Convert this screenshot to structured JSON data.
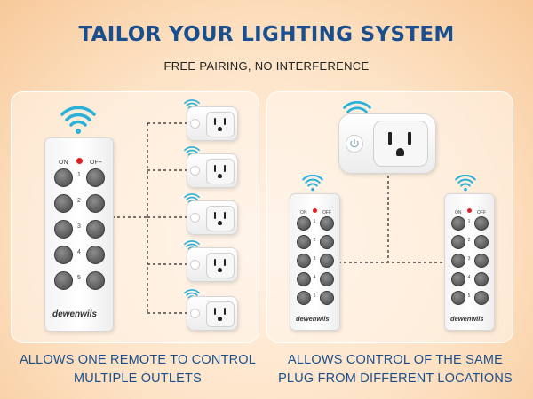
{
  "header": {
    "title": "TAILOR YOUR LIGHTING SYSTEM",
    "subtitle": "FREE PAIRING, NO INTERFERENCE"
  },
  "left_panel": {
    "caption_line1": "ALLOWS ONE REMOTE TO CONTROL",
    "caption_line2": "MULTIPLE OUTLETS",
    "remote": {
      "on_label": "ON",
      "off_label": "OFF",
      "button_numbers": [
        "1",
        "2",
        "3",
        "4",
        "5"
      ],
      "brand": "dewenwils"
    },
    "outlet_count": 5
  },
  "right_panel": {
    "caption_line1": "ALLOWS CONTROL OF THE SAME",
    "caption_line2": "PLUG FROM DIFFERENT LOCATIONS",
    "remote_count": 2,
    "remote": {
      "on_label": "ON",
      "off_label": "OFF",
      "button_numbers": [
        "1",
        "2",
        "3",
        "4",
        "5"
      ],
      "brand": "dewenwils"
    }
  },
  "colors": {
    "title": "#1a4f8f",
    "wifi": "#29b1d9",
    "led": "#e02020",
    "button": "#5a5a5a"
  },
  "icons": [
    "wifi-signal-icon",
    "power-button-icon",
    "outlet-icon"
  ]
}
